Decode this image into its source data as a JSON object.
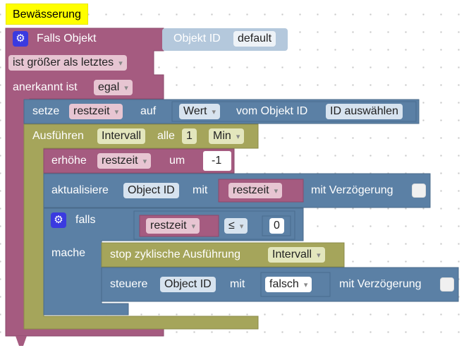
{
  "comment": {
    "title": "Bewässerung"
  },
  "trigger": {
    "label": "Falls Objekt",
    "object_id_label": "Objekt ID",
    "object_id_value": "default",
    "compare_label": "ist größer als letztes",
    "ack_label": "anerkannt ist",
    "ack_value": "egal"
  },
  "set_block": {
    "label": "setze",
    "variable": "restzeit",
    "to_label": "auf",
    "value_field": "Wert",
    "from_label": "vom Objekt ID",
    "object_select": "ID auswählen"
  },
  "interval_block": {
    "label": "Ausführen",
    "name": "Intervall",
    "every_label": "alle",
    "amount": "1",
    "unit": "Min"
  },
  "increment_block": {
    "label": "erhöhe",
    "variable": "restzeit",
    "by_label": "um",
    "value": "-1"
  },
  "update_block": {
    "label": "aktualisiere",
    "object_id": "Object ID",
    "with_label": "mit",
    "variable": "restzeit",
    "delay_label": "mit Verzögerung"
  },
  "if_block": {
    "if_label": "falls",
    "do_label": "mache",
    "variable": "restzeit",
    "operator": "≤",
    "number": "0"
  },
  "stop_block": {
    "label": "stop zyklische Ausführung",
    "name": "Intervall"
  },
  "control_block": {
    "label": "steuere",
    "object_id": "Object ID",
    "with_label": "mit",
    "value": "falsch",
    "delay_label": "mit Verzögerung"
  },
  "colors": {
    "trigger": "#a55b80",
    "procedure_blue": "#5b80a5",
    "logic_blue": "#5b80a5",
    "olive": "#a5a55b",
    "comment": "#ffff00"
  }
}
